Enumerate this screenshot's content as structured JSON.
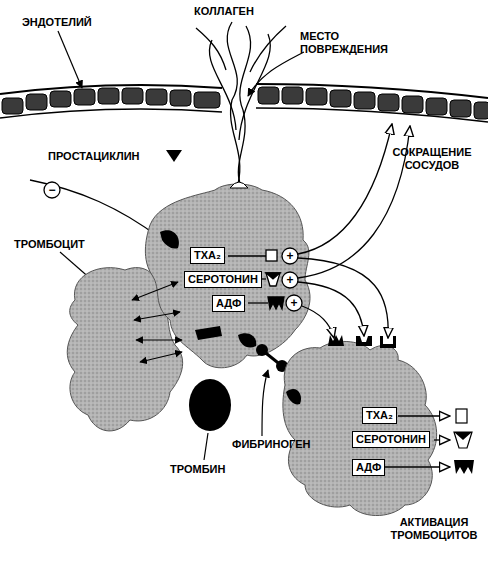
{
  "diagram": {
    "nodes": [
      {
        "text": [
          "TXA₂"
        ]
      },
      {
        "text": [
          "СЕРОТОНИН"
        ]
      },
      {
        "text": [
          "АДФ"
        ]
      },
      {
        "text": [
          "TXA₂"
        ]
      },
      {
        "text": [
          "СЕРОТОНИН"
        ]
      },
      {
        "text": [
          "АДФ"
        ]
      }
    ],
    "labels": [
      "КОЛЛАГЕН",
      "МЕСТО ПОВРЕЖДЕНИЯ",
      "ЭНДОТЕЛИЙ",
      "ПРОСТАЦИКЛИН",
      "−",
      "СОКРАЩЕНИЕ СОСУДОВ",
      "ТРОМБОЦИТ",
      "+",
      "+",
      "+",
      "ТРОМБИН",
      "ФИБРИНОГЕН",
      "АКТИВАЦИЯ ТРОМБОЦИТОВ"
    ]
  }
}
